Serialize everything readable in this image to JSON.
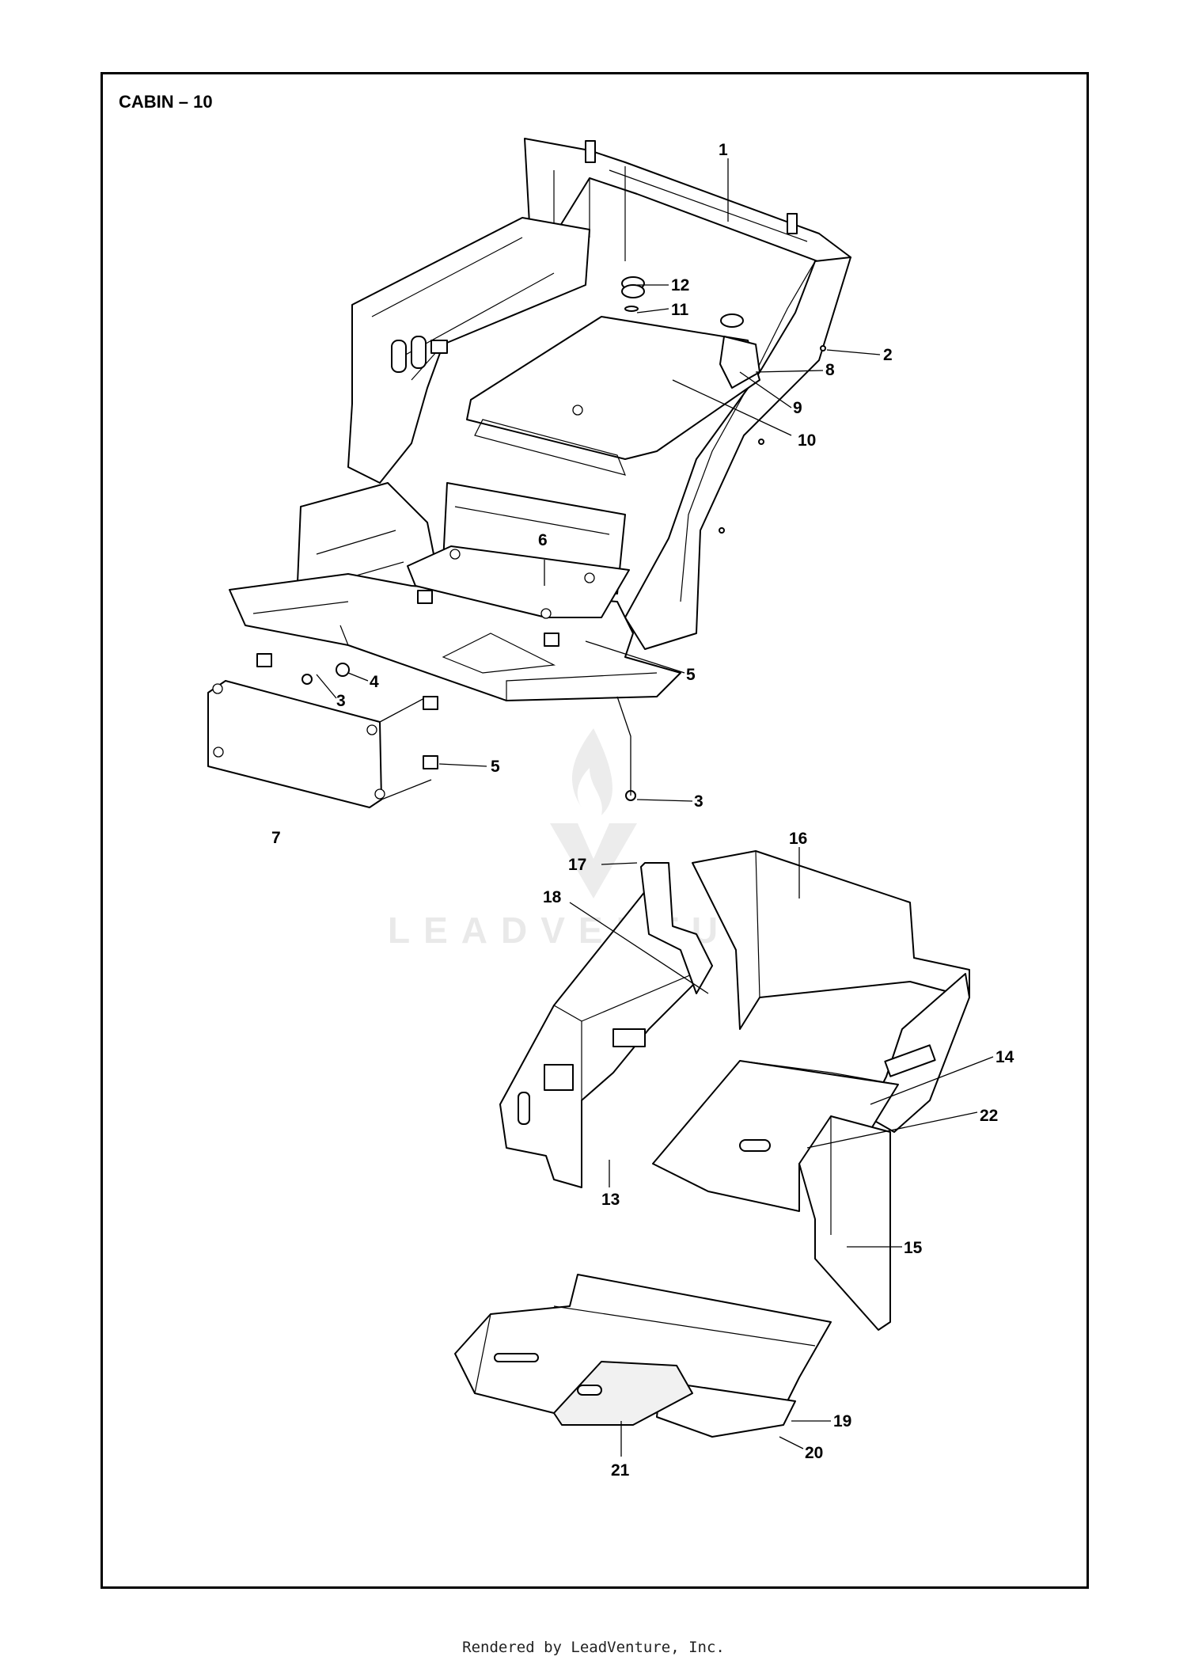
{
  "diagram": {
    "title": "CABIN – 10",
    "callouts": [
      {
        "id": "c1",
        "label": "1"
      },
      {
        "id": "c2",
        "label": "2"
      },
      {
        "id": "c3a",
        "label": "3"
      },
      {
        "id": "c3b",
        "label": "3"
      },
      {
        "id": "c4",
        "label": "4"
      },
      {
        "id": "c5a",
        "label": "5"
      },
      {
        "id": "c5b",
        "label": "5"
      },
      {
        "id": "c6",
        "label": "6"
      },
      {
        "id": "c7",
        "label": "7"
      },
      {
        "id": "c8",
        "label": "8"
      },
      {
        "id": "c9",
        "label": "9"
      },
      {
        "id": "c10",
        "label": "10"
      },
      {
        "id": "c11",
        "label": "11"
      },
      {
        "id": "c12",
        "label": "12"
      },
      {
        "id": "c13",
        "label": "13"
      },
      {
        "id": "c14",
        "label": "14"
      },
      {
        "id": "c15",
        "label": "15"
      },
      {
        "id": "c16",
        "label": "16"
      },
      {
        "id": "c17",
        "label": "17"
      },
      {
        "id": "c18",
        "label": "18"
      },
      {
        "id": "c19",
        "label": "19"
      },
      {
        "id": "c20",
        "label": "20"
      },
      {
        "id": "c21",
        "label": "21"
      },
      {
        "id": "c22",
        "label": "22"
      }
    ]
  },
  "watermark": {
    "text": "LEADVENTURE"
  },
  "footer": {
    "credit": "Rendered by LeadVenture, Inc."
  }
}
